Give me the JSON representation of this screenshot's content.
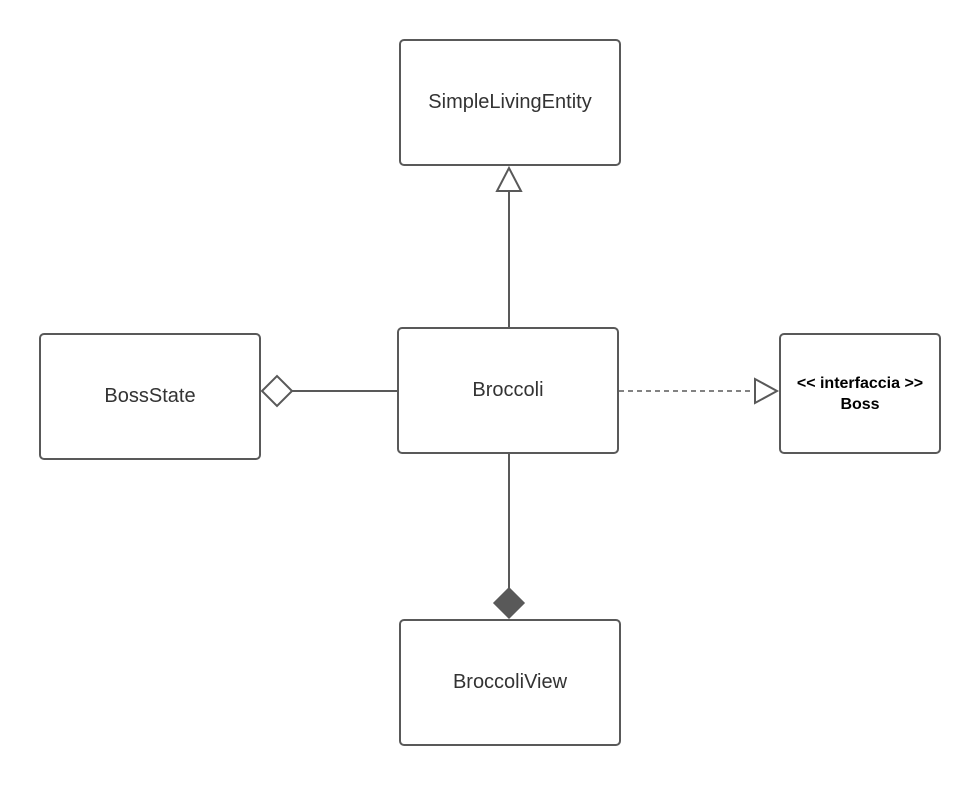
{
  "colors": {
    "stroke": "#595959",
    "text": "#333333",
    "interface_text": "#000000",
    "background": "#ffffff"
  },
  "classes": {
    "simple_living_entity": "SimpleLivingEntity",
    "boss_state": "BossState",
    "broccoli": "Broccoli",
    "broccoli_view": "BroccoliView"
  },
  "interface": {
    "stereotype": "<< interfaccia >>",
    "name": "Boss"
  },
  "relationships": [
    {
      "type": "generalization",
      "from": "Broccoli",
      "to": "SimpleLivingEntity"
    },
    {
      "type": "aggregation",
      "from": "Broccoli",
      "to": "BossState"
    },
    {
      "type": "realization",
      "from": "Broccoli",
      "to": "Boss"
    },
    {
      "type": "composition",
      "from": "BroccoliView",
      "to": "Broccoli"
    }
  ]
}
